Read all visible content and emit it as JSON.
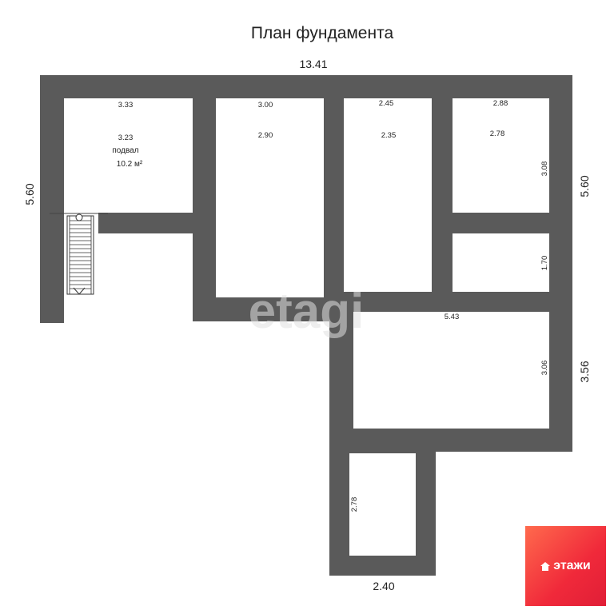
{
  "title": "План фундамента",
  "outer_dimensions": {
    "top_width": "13.41",
    "left_height": "5.60",
    "right_upper_height": "5.60",
    "right_lower_height": "3.56",
    "bottom_width": "2.40"
  },
  "rooms": [
    {
      "id": "basement",
      "width": "3.33",
      "depth": "3.23",
      "name": "подвал",
      "area": "10.2 м²"
    },
    {
      "id": "room-2",
      "width": "3.00",
      "depth": "2.90"
    },
    {
      "id": "room-3",
      "width": "2.45",
      "depth": "2.35"
    },
    {
      "id": "room-4",
      "width": "2.88",
      "depth": "2.78",
      "side": "3.08"
    },
    {
      "id": "room-5",
      "side": "1.70"
    },
    {
      "id": "room-6",
      "width": "5.43",
      "side": "3.06"
    },
    {
      "id": "room-7",
      "side": "2.78"
    }
  ],
  "watermark": "etagi",
  "brand": {
    "name": "этажи",
    "color": "#f0293a"
  },
  "colors": {
    "wall": "#5a5a5a",
    "background": "#ffffff"
  }
}
